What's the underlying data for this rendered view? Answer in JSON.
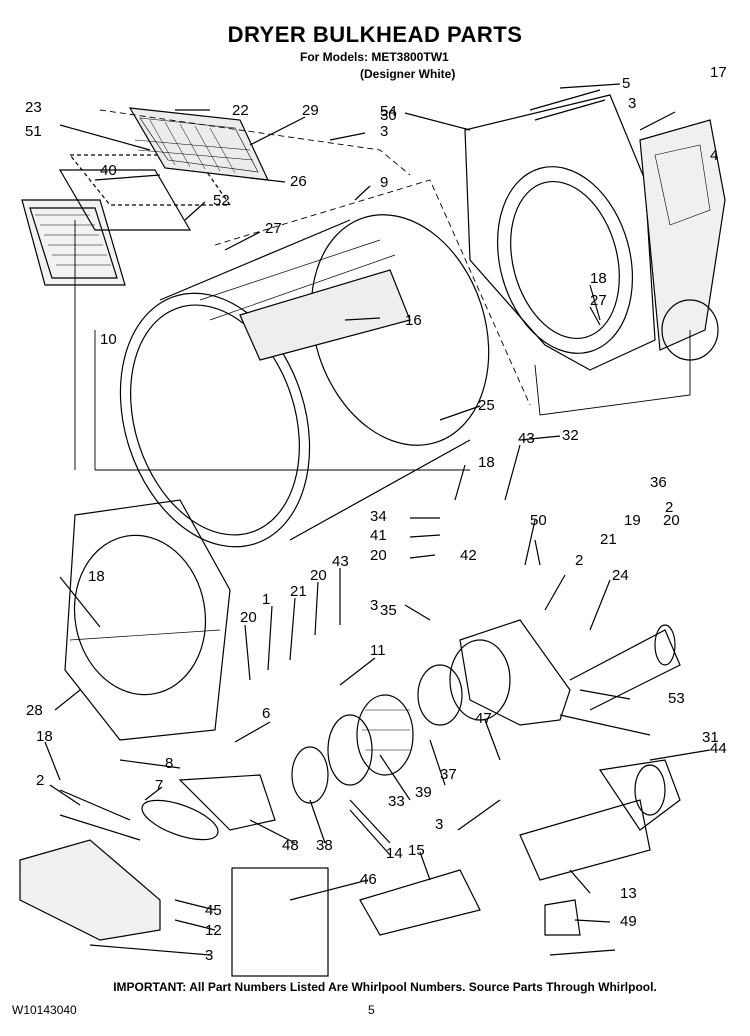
{
  "header": {
    "title": "DRYER BULKHEAD PARTS",
    "models_line": "For Models: MET3800TW1",
    "color_line": "(Designer White)"
  },
  "callouts": [
    "23",
    "51",
    "22",
    "29",
    "30",
    "3",
    "5",
    "17",
    "54",
    "3",
    "4",
    "40",
    "52",
    "26",
    "9",
    "27",
    "10",
    "16",
    "18",
    "27",
    "25",
    "32",
    "43",
    "18",
    "36",
    "34",
    "41",
    "20",
    "21",
    "19",
    "20",
    "2",
    "50",
    "42",
    "2",
    "24",
    "18",
    "20",
    "1",
    "21",
    "20",
    "43",
    "3",
    "35",
    "11",
    "53",
    "28",
    "6",
    "18",
    "8",
    "7",
    "2",
    "47",
    "44",
    "31",
    "37",
    "39",
    "33",
    "38",
    "48",
    "3",
    "14",
    "15",
    "46",
    "13",
    "45",
    "12",
    "49",
    "3"
  ],
  "footer": {
    "note": "IMPORTANT: All Part Numbers Listed Are Whirlpool Numbers. Source Parts Through Whirlpool.",
    "doc_number": "W10143040",
    "page_number": "5"
  }
}
